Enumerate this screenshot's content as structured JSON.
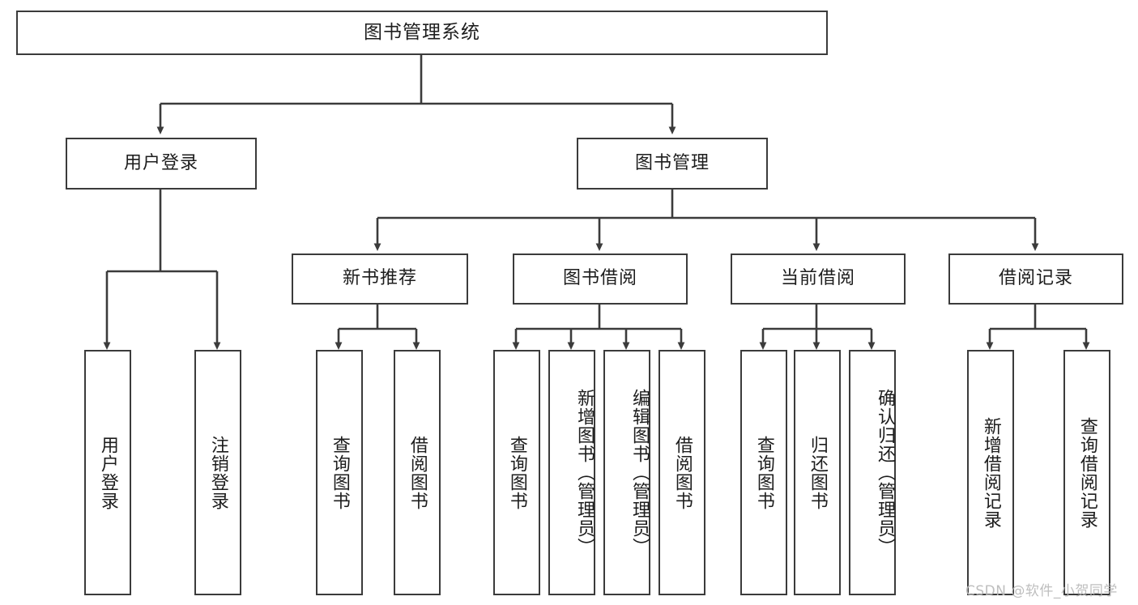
{
  "diagram": {
    "type": "hierarchy-tree",
    "title_label": "图书管理系统",
    "background": "#ffffff",
    "line_color": "#3b3b3b",
    "text_color": "#1d1d1d",
    "levels": {
      "root": {
        "label": "图书管理系统"
      },
      "level2": [
        {
          "id": "user-login",
          "label": "用户登录"
        },
        {
          "id": "book-manage",
          "label": "图书管理"
        }
      ],
      "level3": [
        {
          "id": "new-book-rec",
          "label": "新书推荐"
        },
        {
          "id": "book-borrow",
          "label": "图书借阅"
        },
        {
          "id": "current-borrow",
          "label": "当前借阅"
        },
        {
          "id": "borrow-record",
          "label": "借阅记录"
        }
      ],
      "leaves": {
        "user_login": [
          {
            "id": "leaf-user-login",
            "label": "用户登录"
          },
          {
            "id": "leaf-logout",
            "label": "注销登录"
          }
        ],
        "new_book_rec": [
          {
            "id": "leaf-query-book-1",
            "label": "查询图书"
          },
          {
            "id": "leaf-borrow-book-1",
            "label": "借阅图书"
          }
        ],
        "book_borrow": [
          {
            "id": "leaf-query-book-2",
            "label": "查询图书"
          },
          {
            "id": "leaf-add-book",
            "label": "新增图书（管理员）"
          },
          {
            "id": "leaf-edit-book",
            "label": "编辑图书（管理员）"
          },
          {
            "id": "leaf-borrow-book-2",
            "label": "借阅图书"
          }
        ],
        "current_borrow": [
          {
            "id": "leaf-query-book-3",
            "label": "查询图书"
          },
          {
            "id": "leaf-return-book",
            "label": "归还图书"
          },
          {
            "id": "leaf-confirm-return",
            "label": "确认归还（管理员）"
          }
        ],
        "borrow_record": [
          {
            "id": "leaf-add-record",
            "label": "新增借阅记录"
          },
          {
            "id": "leaf-query-record",
            "label": "查询借阅记录"
          }
        ]
      }
    }
  },
  "watermark": {
    "text": "CSDN @软件_小贺同学"
  }
}
